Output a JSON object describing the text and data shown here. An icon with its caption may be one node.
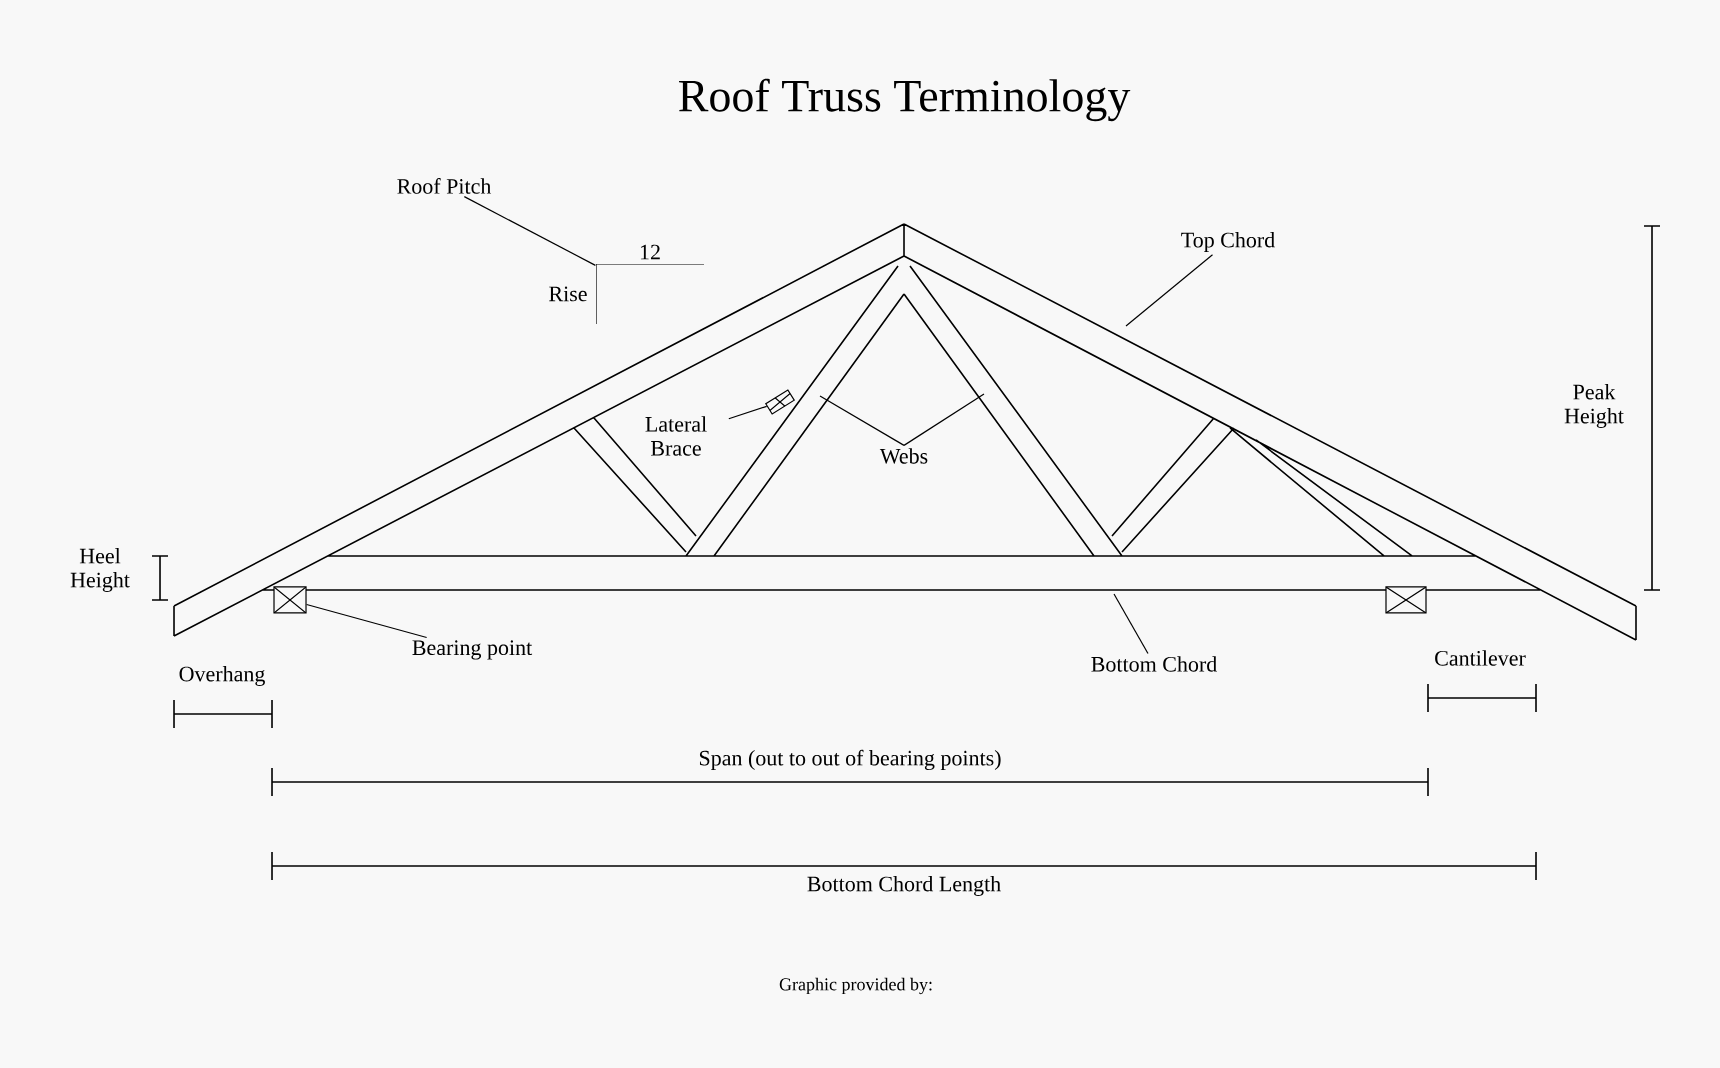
{
  "diagram": {
    "title": "Roof Truss Terminology",
    "nodes": [
      {
        "text": [
          "Roof Pitch"
        ]
      },
      {
        "text": [
          "Top Chord"
        ]
      },
      {
        "text": [
          "Lateral Brace"
        ]
      },
      {
        "text": [],
        "shape": "box"
      },
      {
        "text": [
          "Webs"
        ]
      },
      {
        "text": [
          "Bearing point"
        ]
      },
      {
        "text": [],
        "shape": "box"
      },
      {
        "text": [
          "Bottom Chord"
        ]
      },
      {
        "text": [],
        "shape": "box"
      },
      {
        "text": [],
        "shape": "picture"
      }
    ],
    "edges": [
      {
        "from": 0,
        "to": 9,
        "arrow": "none"
      },
      {
        "from": 1,
        "to": null,
        "arrow": "none"
      },
      {
        "from": 2,
        "to": 3,
        "arrow": "none"
      },
      {
        "from": 4,
        "to": null,
        "arrow": "none"
      },
      {
        "from": 4,
        "to": null,
        "arrow": "none"
      },
      {
        "from": 5,
        "to": 6,
        "arrow": "none"
      },
      {
        "from": 7,
        "to": null,
        "arrow": "none"
      }
    ],
    "labels": [
      "12",
      "Rise",
      "Peak Height",
      "Heel Height",
      "Overhang",
      "Cantilever",
      "Span (out to out of bearing points)",
      "Bottom Chord Length",
      "Graphic provided by:"
    ]
  }
}
